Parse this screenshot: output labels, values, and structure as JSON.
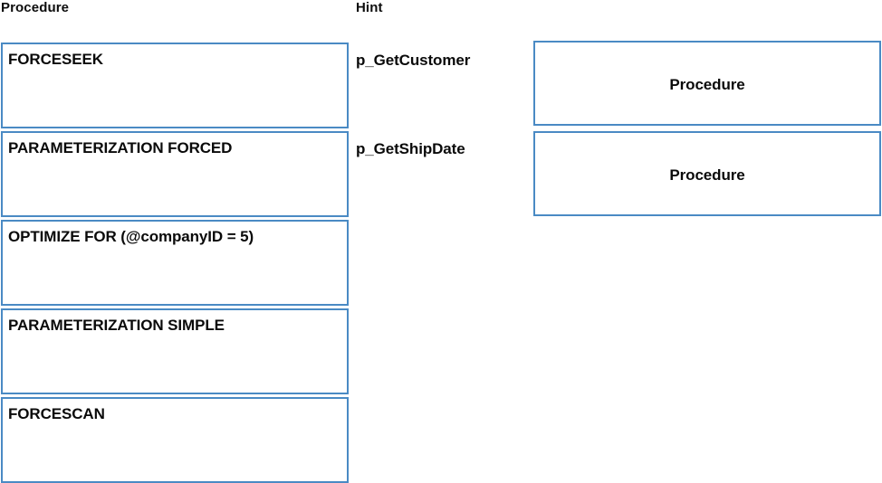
{
  "columns": {
    "left_header": "Procedure",
    "right_header": "Hint"
  },
  "options": [
    {
      "label": "FORCESEEK"
    },
    {
      "label": "PARAMETERIZATION FORCED"
    },
    {
      "label": "OPTIMIZE FOR (@companyID = 5)"
    },
    {
      "label": "PARAMETERIZATION SIMPLE"
    },
    {
      "label": "FORCESCAN"
    }
  ],
  "hints": [
    {
      "label": "p_GetCustomer"
    },
    {
      "label": "p_GetShipDate"
    }
  ],
  "drop_targets": [
    {
      "placeholder": "Procedure"
    },
    {
      "placeholder": "Procedure"
    }
  ],
  "colors": {
    "box_border": "#4a8ac4",
    "box_fill": "#ffffff",
    "text": "#0a0a0a",
    "page_background": "#ffffff"
  }
}
